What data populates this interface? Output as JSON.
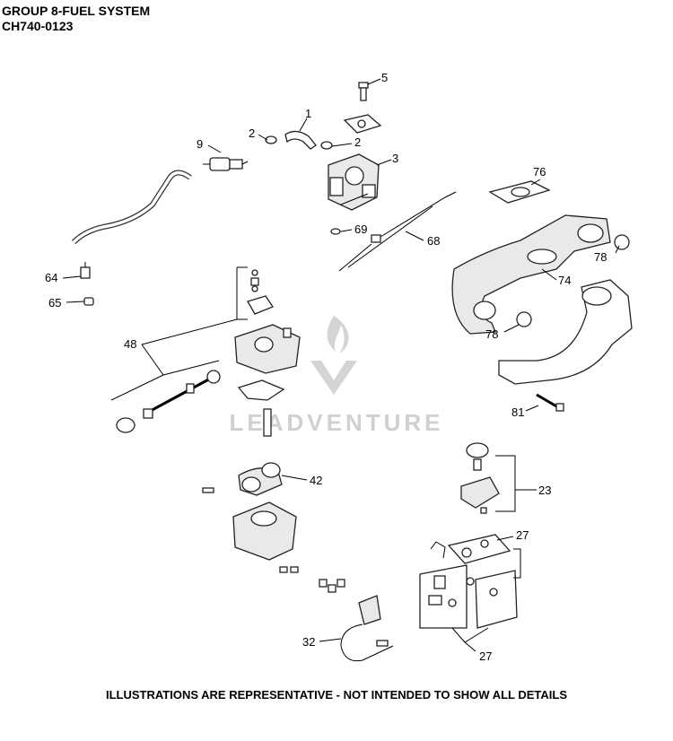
{
  "header": {
    "group": "GROUP 8-FUEL SYSTEM",
    "model": "CH740-0123"
  },
  "footer": "ILLUSTRATIONS ARE REPRESENTATIVE - NOT INTENDED TO SHOW ALL DETAILS",
  "watermark": "LEADVENTURE",
  "callouts": {
    "c1": "1",
    "c2a": "2",
    "c2b": "2",
    "c3": "3",
    "c5": "5",
    "c9": "9",
    "c23": "23",
    "c27a": "27",
    "c27b": "27",
    "c32": "32",
    "c42": "42",
    "c48": "48",
    "c64": "64",
    "c65": "65",
    "c68": "68",
    "c69": "69",
    "c74": "74",
    "c76": "76",
    "c78a": "78",
    "c78b": "78",
    "c81": "81"
  }
}
